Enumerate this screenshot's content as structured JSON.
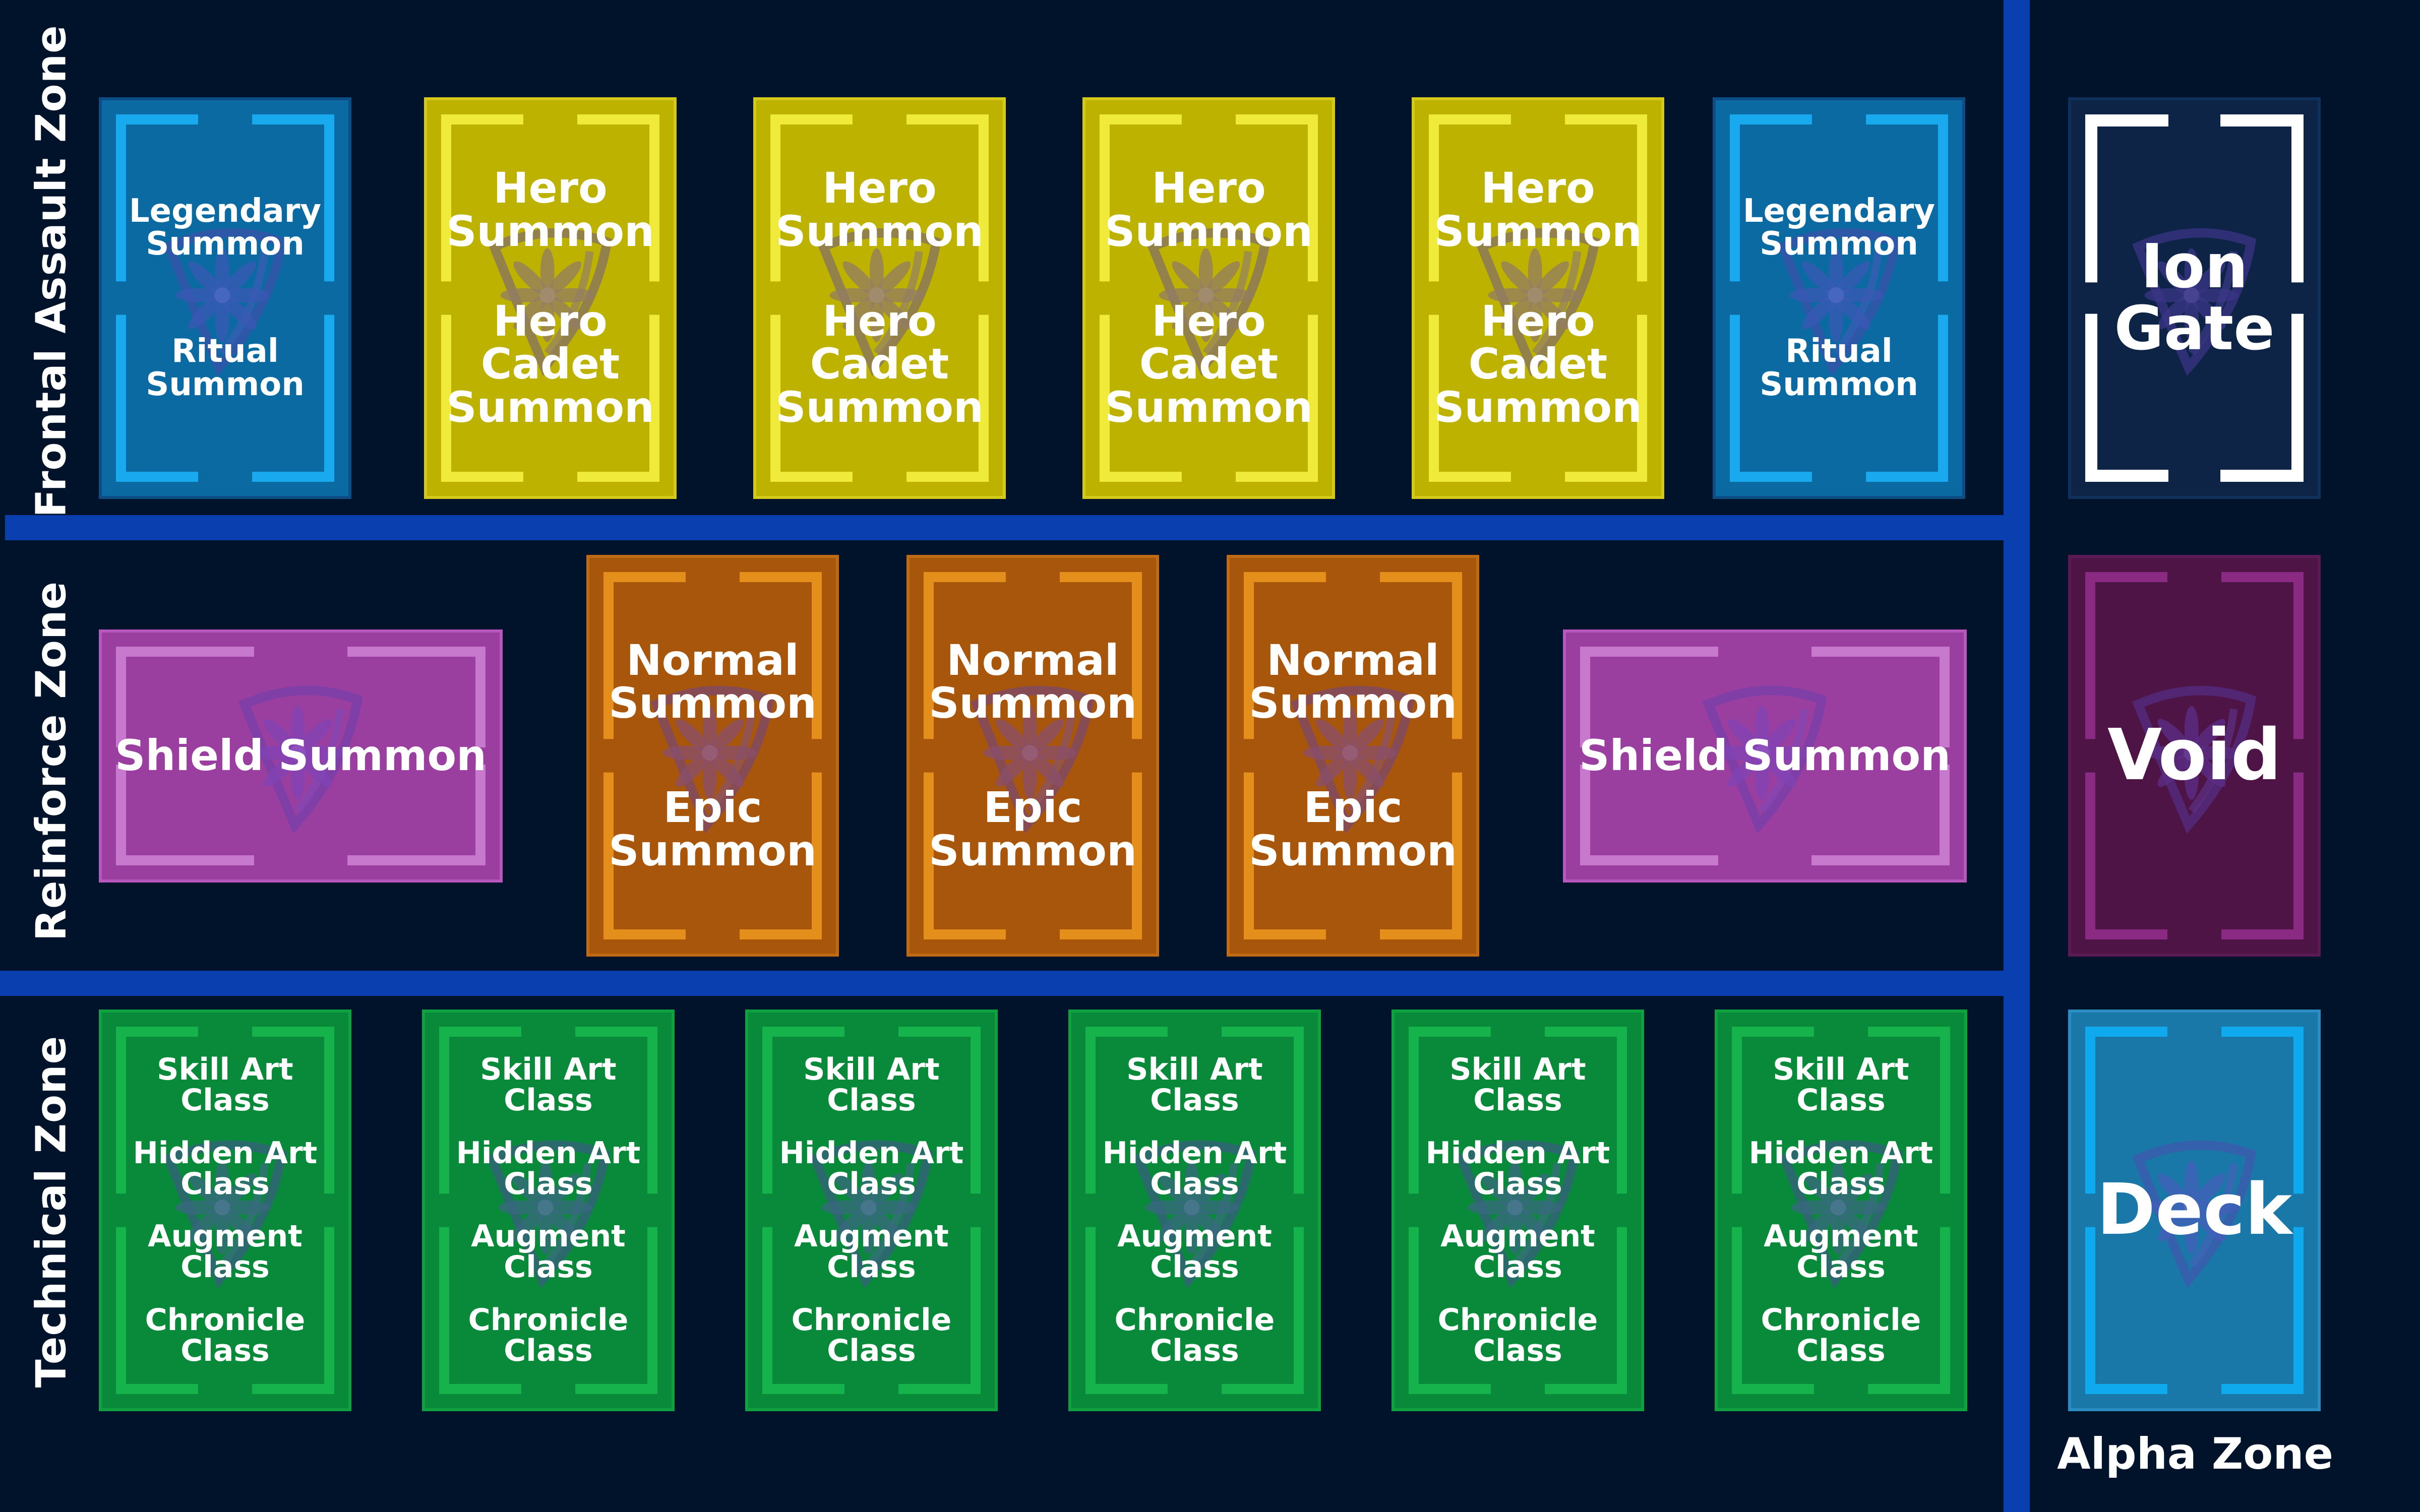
{
  "zones": {
    "frontal": "Frontal Assault Zone",
    "reinforce": "Reinforce Zone",
    "technical": "Technical Zone",
    "alpha": "Alpha Zone"
  },
  "colors": {
    "background": "#00132b",
    "divider": "#0a3fb0",
    "legendary_fill": "#0b6aa2",
    "legendary_frame": "#18a9ee",
    "legendary_border": "#0d4d86",
    "hero_fill": "#bdb200",
    "hero_frame": "#f0ea3a",
    "hero_border": "#d4c918",
    "epic_fill": "#a9560d",
    "epic_frame": "#e48e1c",
    "epic_border": "#c06a14",
    "shield_fill": "#9a3fa0",
    "shield_frame": "#c779cd",
    "shield_border": "#b857bd",
    "tech_fill": "#098a3a",
    "tech_frame": "#16b34d",
    "tech_border": "#0fa040",
    "gate_fill": "#0d2447",
    "gate_frame": "#ffffff",
    "gate_border": "#10305c",
    "void_fill": "#4e1446",
    "void_frame": "#8a2a82",
    "void_border": "#5c1a54",
    "deck_fill": "#1a78a8",
    "deck_frame": "#0fa9ee",
    "deck_border": "#2a8cc0"
  },
  "emblem_icon": "shield-flower-emblem",
  "cards": {
    "legendary": [
      "Legendary Summon",
      "Ritual Summon"
    ],
    "hero": [
      "Hero Summon",
      "Hero Cadet Summon"
    ],
    "shield": [
      "Shield Summon"
    ],
    "epic": [
      "Normal Summon",
      "Epic Summon"
    ],
    "technical": [
      "Skill Art Class",
      "Hidden Art Class",
      "Augment Class",
      "Chronicle Class"
    ],
    "ion_gate": [
      "Ion Gate"
    ],
    "void": [
      "Void"
    ],
    "deck": [
      "Deck"
    ]
  }
}
